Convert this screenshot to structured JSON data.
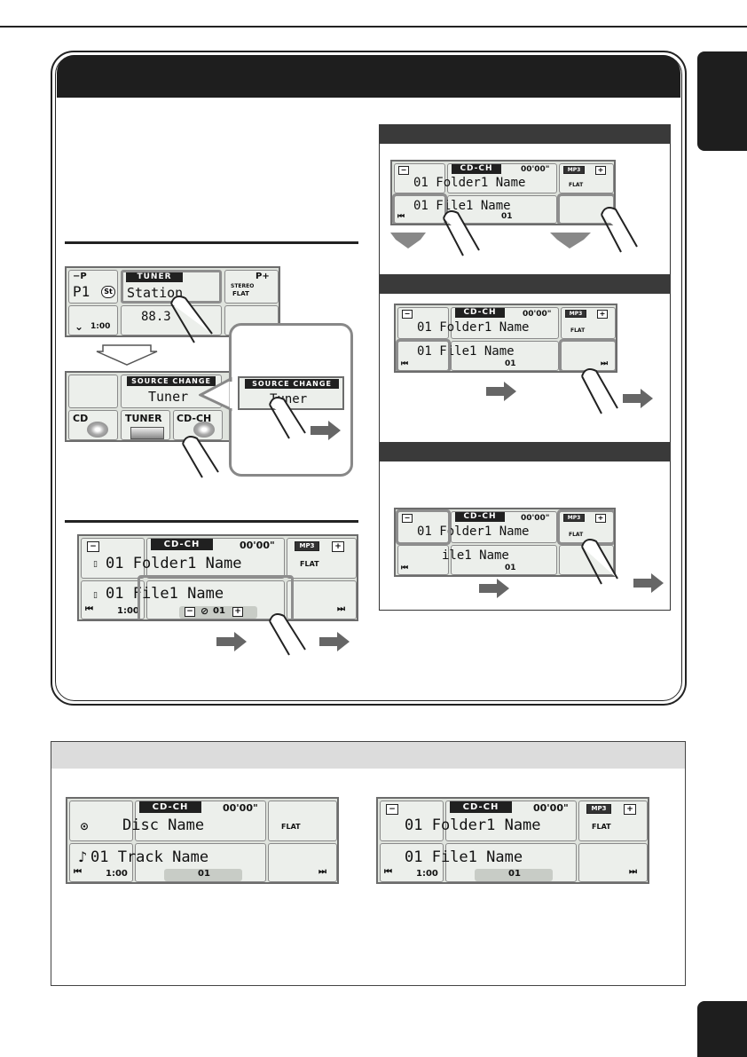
{
  "top_rule": "",
  "side_tab": "",
  "page_badge": "",
  "panel_title": "",
  "bottom_section_title": "",
  "tuner": {
    "tag": "TUNER",
    "preset_minus": "−P",
    "preset_plus": "P+",
    "preset": "P1",
    "st_badge": "St",
    "station": "Station",
    "freq": "88.3",
    "time": "1:00",
    "stereo_label": "STEREO",
    "sflat": "FLAT"
  },
  "source_change": {
    "tag": "SOURCE CHANGE",
    "value": "Tuner",
    "buttons": [
      "CD",
      "TUNER",
      "CD-CH"
    ]
  },
  "cd_ch": {
    "tag": "CD-CH",
    "time_counter": "00'00\"",
    "mp3": "MP3",
    "folder": "01 Folder1 Name",
    "file": "01 File1 Name",
    "file_cut": "01 F",
    "file_rest": "ile1 Name",
    "disc": "01",
    "time": "1:00",
    "sflat": "FLAT",
    "minus": "−",
    "plus": "+"
  },
  "cd_disc": {
    "tag": "CD-CH",
    "time_counter": "00'00\"",
    "disc_name": "Disc Name",
    "track": "01 Track Name",
    "disc": "01",
    "time": "1:00",
    "sflat": "FLAT"
  }
}
